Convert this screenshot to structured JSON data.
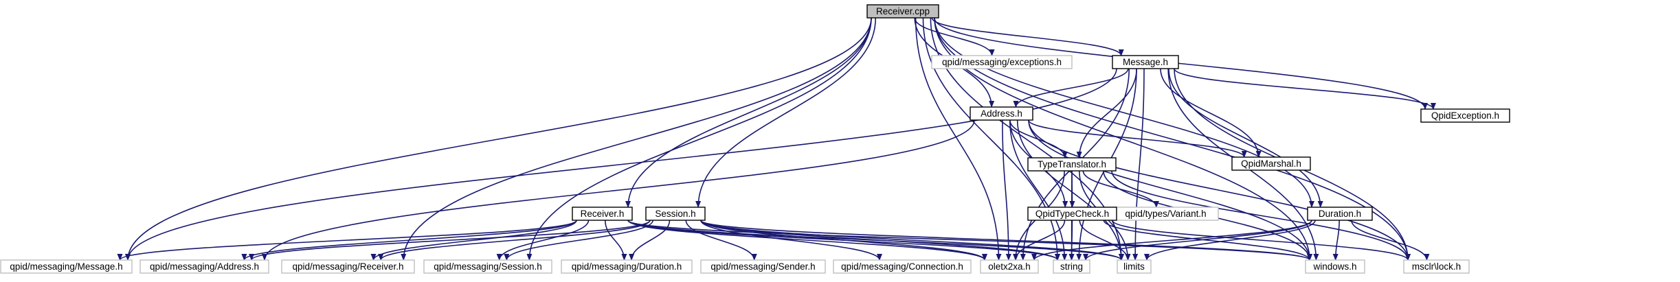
{
  "diagram": {
    "colors": {
      "edge": "#191970",
      "root_fill": "#bfbfbf",
      "node_border": "#000000",
      "external_border": "#bfbfbf",
      "background": "#ffffff"
    },
    "nodes": [
      {
        "id": "receiver_cpp",
        "label": "Receiver.cpp",
        "kind": "root"
      },
      {
        "id": "exceptions_h",
        "label": "qpid/messaging/exceptions.h",
        "kind": "ext"
      },
      {
        "id": "message_h",
        "label": "Message.h",
        "kind": "local"
      },
      {
        "id": "qpidexception_h",
        "label": "QpidException.h",
        "kind": "local"
      },
      {
        "id": "address_h",
        "label": "Address.h",
        "kind": "local"
      },
      {
        "id": "qpidmarshal_h",
        "label": "QpidMarshal.h",
        "kind": "local"
      },
      {
        "id": "typetranslator_h",
        "label": "TypeTranslator.h",
        "kind": "local"
      },
      {
        "id": "variant_h",
        "label": "qpid/types/Variant.h",
        "kind": "ext"
      },
      {
        "id": "qpidtypecheck_h",
        "label": "QpidTypeCheck.h",
        "kind": "local"
      },
      {
        "id": "duration_h",
        "label": "Duration.h",
        "kind": "local"
      },
      {
        "id": "receiver_h",
        "label": "Receiver.h",
        "kind": "local"
      },
      {
        "id": "session_h",
        "label": "Session.h",
        "kind": "local"
      },
      {
        "id": "m_message_h",
        "label": "qpid/messaging/Message.h",
        "kind": "ext"
      },
      {
        "id": "m_address_h",
        "label": "qpid/messaging/Address.h",
        "kind": "ext"
      },
      {
        "id": "m_receiver_h",
        "label": "qpid/messaging/Receiver.h",
        "kind": "ext"
      },
      {
        "id": "m_session_h",
        "label": "qpid/messaging/Session.h",
        "kind": "ext"
      },
      {
        "id": "m_duration_h",
        "label": "qpid/messaging/Duration.h",
        "kind": "ext"
      },
      {
        "id": "m_sender_h",
        "label": "qpid/messaging/Sender.h",
        "kind": "ext"
      },
      {
        "id": "m_connection_h",
        "label": "qpid/messaging/Connection.h",
        "kind": "ext"
      },
      {
        "id": "oletx2xa_h",
        "label": "oletx2xa.h",
        "kind": "ext"
      },
      {
        "id": "string",
        "label": "string",
        "kind": "ext"
      },
      {
        "id": "limits",
        "label": "limits",
        "kind": "ext"
      },
      {
        "id": "windows_h",
        "label": "windows.h",
        "kind": "ext"
      },
      {
        "id": "msclrlock_h",
        "label": "msclr\\lock.h",
        "kind": "ext"
      }
    ],
    "edges": [
      [
        "receiver_cpp",
        "exceptions_h"
      ],
      [
        "receiver_cpp",
        "message_h"
      ],
      [
        "receiver_cpp",
        "qpidexception_h"
      ],
      [
        "receiver_cpp",
        "address_h"
      ],
      [
        "receiver_cpp",
        "receiver_h"
      ],
      [
        "receiver_cpp",
        "session_h"
      ],
      [
        "receiver_cpp",
        "duration_h"
      ],
      [
        "receiver_cpp",
        "m_message_h"
      ],
      [
        "receiver_cpp",
        "m_receiver_h"
      ],
      [
        "receiver_cpp",
        "m_session_h"
      ],
      [
        "receiver_cpp",
        "oletx2xa_h"
      ],
      [
        "receiver_cpp",
        "string"
      ],
      [
        "receiver_cpp",
        "limits"
      ],
      [
        "receiver_cpp",
        "windows_h"
      ],
      [
        "receiver_cpp",
        "msclrlock_h"
      ],
      [
        "message_h",
        "address_h"
      ],
      [
        "message_h",
        "qpidexception_h"
      ],
      [
        "message_h",
        "qpidmarshal_h"
      ],
      [
        "message_h",
        "typetranslator_h"
      ],
      [
        "message_h",
        "duration_h"
      ],
      [
        "message_h",
        "m_message_h"
      ],
      [
        "message_h",
        "oletx2xa_h"
      ],
      [
        "message_h",
        "string"
      ],
      [
        "message_h",
        "limits"
      ],
      [
        "message_h",
        "windows_h"
      ],
      [
        "message_h",
        "msclrlock_h"
      ],
      [
        "address_h",
        "qpidmarshal_h"
      ],
      [
        "address_h",
        "typetranslator_h"
      ],
      [
        "address_h",
        "qpidtypecheck_h"
      ],
      [
        "address_h",
        "m_address_h"
      ],
      [
        "address_h",
        "oletx2xa_h"
      ],
      [
        "address_h",
        "string"
      ],
      [
        "address_h",
        "limits"
      ],
      [
        "address_h",
        "windows_h"
      ],
      [
        "address_h",
        "msclrlock_h"
      ],
      [
        "typetranslator_h",
        "qpidtypecheck_h"
      ],
      [
        "typetranslator_h",
        "variant_h"
      ],
      [
        "typetranslator_h",
        "oletx2xa_h"
      ],
      [
        "typetranslator_h",
        "string"
      ],
      [
        "typetranslator_h",
        "limits"
      ],
      [
        "typetranslator_h",
        "windows_h"
      ],
      [
        "typetranslator_h",
        "msclrlock_h"
      ],
      [
        "qpidtypecheck_h",
        "oletx2xa_h"
      ],
      [
        "qpidtypecheck_h",
        "string"
      ],
      [
        "qpidtypecheck_h",
        "limits"
      ],
      [
        "qpidtypecheck_h",
        "windows_h"
      ],
      [
        "qpidtypecheck_h",
        "msclrlock_h"
      ],
      [
        "duration_h",
        "oletx2xa_h"
      ],
      [
        "duration_h",
        "string"
      ],
      [
        "duration_h",
        "limits"
      ],
      [
        "duration_h",
        "windows_h"
      ],
      [
        "duration_h",
        "msclrlock_h"
      ],
      [
        "receiver_h",
        "m_message_h"
      ],
      [
        "receiver_h",
        "m_address_h"
      ],
      [
        "receiver_h",
        "m_receiver_h"
      ],
      [
        "receiver_h",
        "m_session_h"
      ],
      [
        "receiver_h",
        "m_duration_h"
      ],
      [
        "receiver_h",
        "oletx2xa_h"
      ],
      [
        "receiver_h",
        "string"
      ],
      [
        "receiver_h",
        "limits"
      ],
      [
        "receiver_h",
        "windows_h"
      ],
      [
        "session_h",
        "m_address_h"
      ],
      [
        "session_h",
        "m_receiver_h"
      ],
      [
        "session_h",
        "m_session_h"
      ],
      [
        "session_h",
        "m_duration_h"
      ],
      [
        "session_h",
        "m_sender_h"
      ],
      [
        "session_h",
        "m_connection_h"
      ],
      [
        "session_h",
        "oletx2xa_h"
      ],
      [
        "session_h",
        "string"
      ],
      [
        "session_h",
        "limits"
      ],
      [
        "session_h",
        "windows_h"
      ]
    ]
  }
}
